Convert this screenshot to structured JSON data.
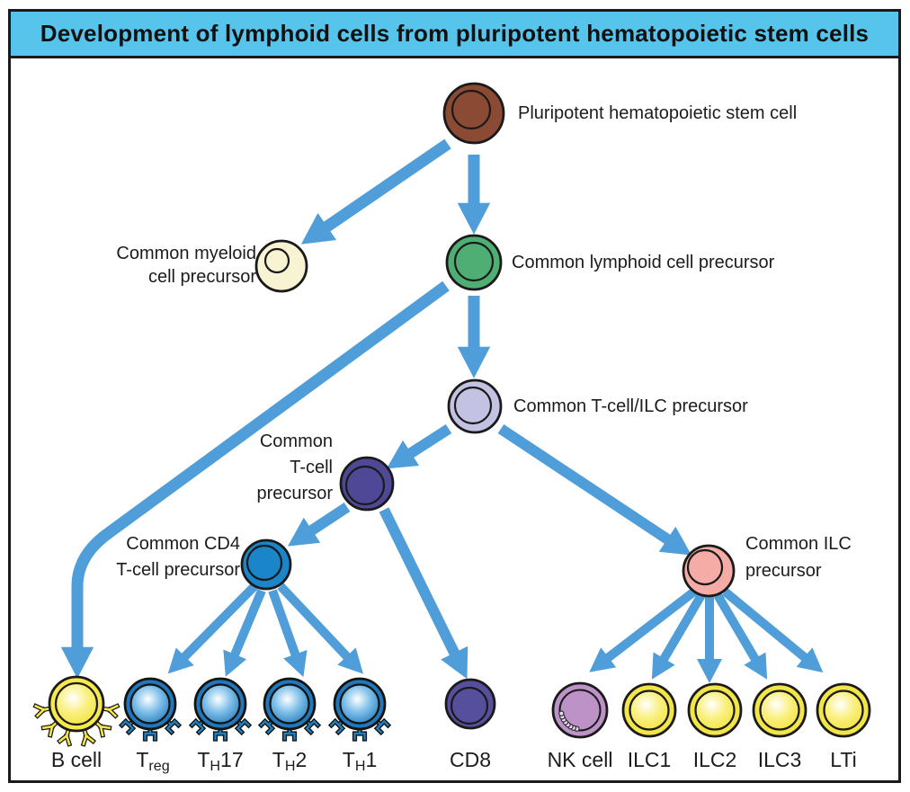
{
  "title": "Development of lymphoid cells from pluripotent hematopoietic stem cells",
  "colors": {
    "title_bar": "#57c5eb",
    "arrow": "#4f9ed9",
    "outline": "#1a1a1a",
    "t_cell_blue": "#2077be",
    "ilc_yellow": "#f2e548"
  },
  "nodes": {
    "stem": {
      "label": "Pluripotent hematopoietic stem cell",
      "color": "#8a4a34"
    },
    "myeloid": {
      "label": [
        "Common myeloid",
        "cell precursor"
      ],
      "color": "#f8f3d2"
    },
    "lymphoid": {
      "label": "Common lymphoid cell precursor",
      "color": "#4fae74"
    },
    "tcell_ilc": {
      "label": "Common T-cell/ILC precursor",
      "color": "#c4c2e3"
    },
    "tcell": {
      "label": [
        "Common",
        "T-cell",
        "precursor"
      ],
      "color": "#4f4896"
    },
    "cd4": {
      "label": [
        "Common CD4",
        "T-cell precursor"
      ],
      "color": "#1a85c9"
    },
    "ilc": {
      "label": [
        "Common ILC",
        "precursor"
      ],
      "color": "#f5aba6"
    }
  },
  "terminal_cells": {
    "b_cell": {
      "label": "B cell",
      "color": "#f6e94c"
    },
    "t_reg": {
      "pre": "T",
      "sub": "reg",
      "post": "",
      "color": "#2077be"
    },
    "th17": {
      "pre": "T",
      "sub": "H",
      "post": "17",
      "color": "#2077be"
    },
    "th2": {
      "pre": "T",
      "sub": "H",
      "post": "2",
      "color": "#2077be"
    },
    "th1": {
      "pre": "T",
      "sub": "H",
      "post": "1",
      "color": "#2077be"
    },
    "cd8": {
      "label": "CD8",
      "color": "#564f9b"
    },
    "nk": {
      "label": "NK cell",
      "color": "#bc92c7"
    },
    "ilc1": {
      "label": "ILC1",
      "color": "#f2e548"
    },
    "ilc2": {
      "label": "ILC2",
      "color": "#f2e548"
    },
    "ilc3": {
      "label": "ILC3",
      "color": "#f2e548"
    },
    "lti": {
      "label": "LTi",
      "color": "#f2e548"
    }
  }
}
